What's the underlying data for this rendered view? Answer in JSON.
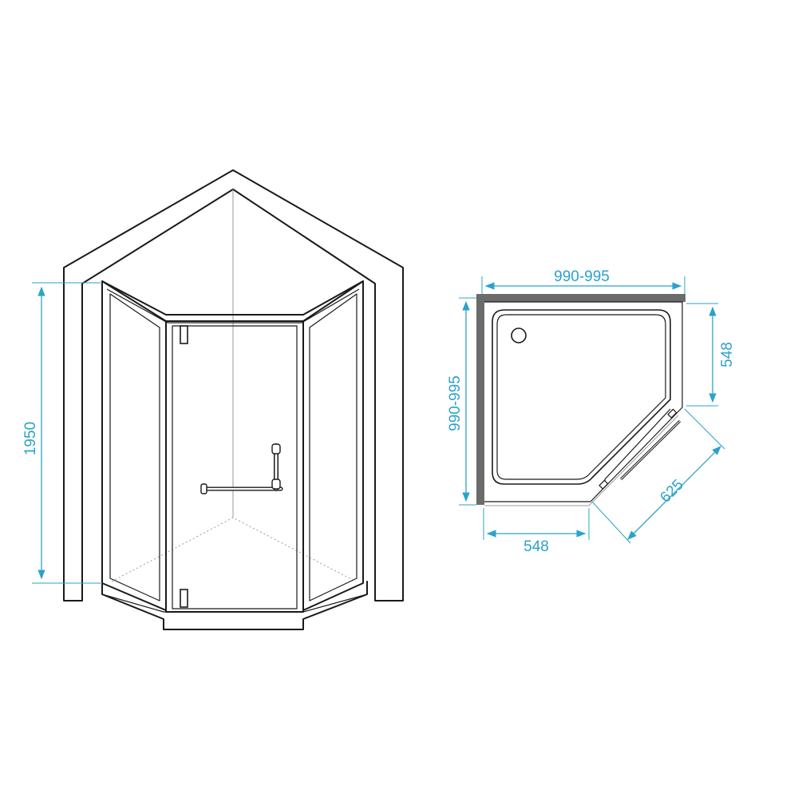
{
  "colors": {
    "line": "#1a1a1a",
    "dimension": "#2aa3c9",
    "wall_plan": "#6b6b6b",
    "background": "#ffffff"
  },
  "dimensions": {
    "height": "1950",
    "width_top": "990-995",
    "depth_left": "990-995",
    "side_right": "548",
    "side_bottom": "548",
    "diagonal": "625"
  }
}
